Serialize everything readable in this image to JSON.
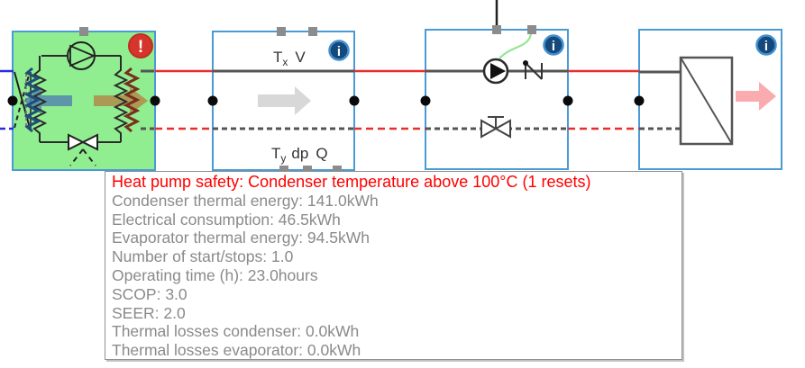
{
  "colors": {
    "box_border": "#4a9bd5",
    "heat_pump_fill": "#90ee90",
    "pipe_between": "#e62e2e",
    "pipe_inside": "#555555",
    "pipe_left": "#2a2ae0",
    "alert_red": "#d6352b",
    "info_blue": "#15497c",
    "info_ring": "#4090d0",
    "signal_wire_green": "#92e692",
    "flow_blue": "#4f7fae",
    "flow_tan": "#b08a4a",
    "flow_gray": "#d8d8d8",
    "flow_pink": "#f9abb0"
  },
  "heat_pump": {
    "alert_glyph": "!"
  },
  "sensor_box": {
    "top_label": {
      "t": "T",
      "t_sub": "x",
      "v": "V"
    },
    "bottom_label": {
      "t": "T",
      "t_sub": "y",
      "dp": "dp",
      "q": "Q"
    },
    "info_glyph": "i"
  },
  "pump_box": {
    "info_glyph": "i"
  },
  "exchanger_box": {
    "info_glyph": "i"
  },
  "tooltip": {
    "title": "Heat pump safety: Condenser temperature above 100°C (1 resets)",
    "stats": [
      "Condenser thermal energy: 141.0kWh",
      "Electrical consumption: 46.5kWh",
      "Evaporator thermal energy: 94.5kWh",
      "Number of start/stops: 1.0",
      "Operating time (h): 23.0hours",
      "SCOP: 3.0",
      "SEER: 2.0",
      "Thermal losses condenser: 0.0kWh",
      "Thermal losses evaporator: 0.0kWh"
    ]
  }
}
